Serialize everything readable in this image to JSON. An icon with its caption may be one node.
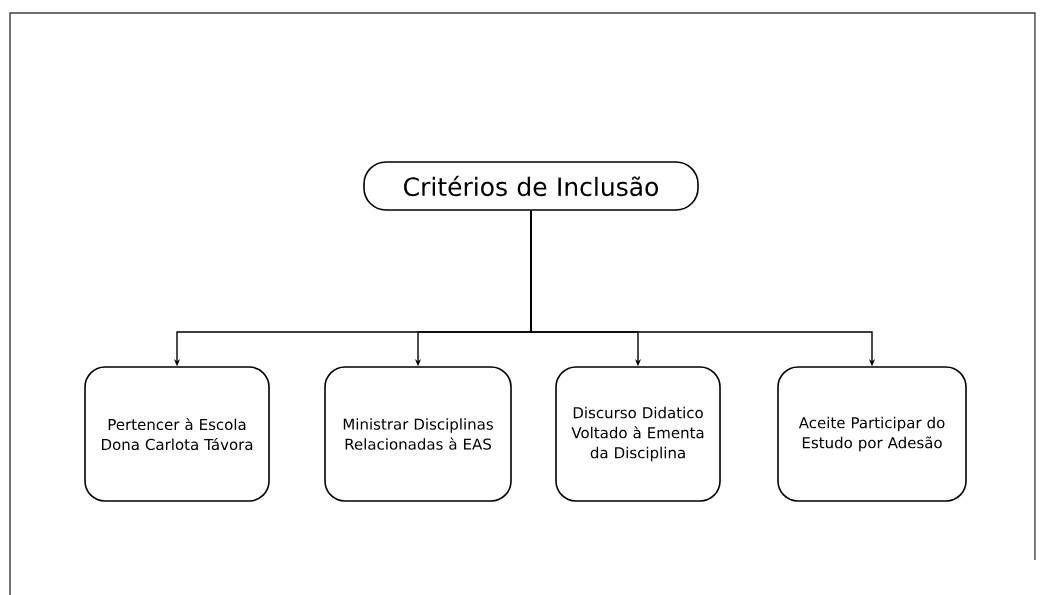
{
  "diagram": {
    "nodes": [
      {
        "text": [
          "Critérios de Inclusão"
        ]
      },
      {
        "text": [
          "Pertencer à Escola Dona Carlota Távora"
        ]
      },
      {
        "text": [
          "Ministrar Disciplinas Relacionadas à EAS"
        ]
      },
      {
        "text": [
          "Discurso Didatico Voltado à Ementa da Disciplina"
        ]
      },
      {
        "text": [
          "Aceite Participar do Estudo por Adesão"
        ]
      }
    ],
    "edges": [
      {
        "from": 0,
        "to": 1,
        "arrow": "to"
      },
      {
        "from": 0,
        "to": 2,
        "arrow": "to"
      },
      {
        "from": 0,
        "to": 3,
        "arrow": "to"
      },
      {
        "from": 0,
        "to": 4,
        "arrow": "to"
      }
    ]
  }
}
